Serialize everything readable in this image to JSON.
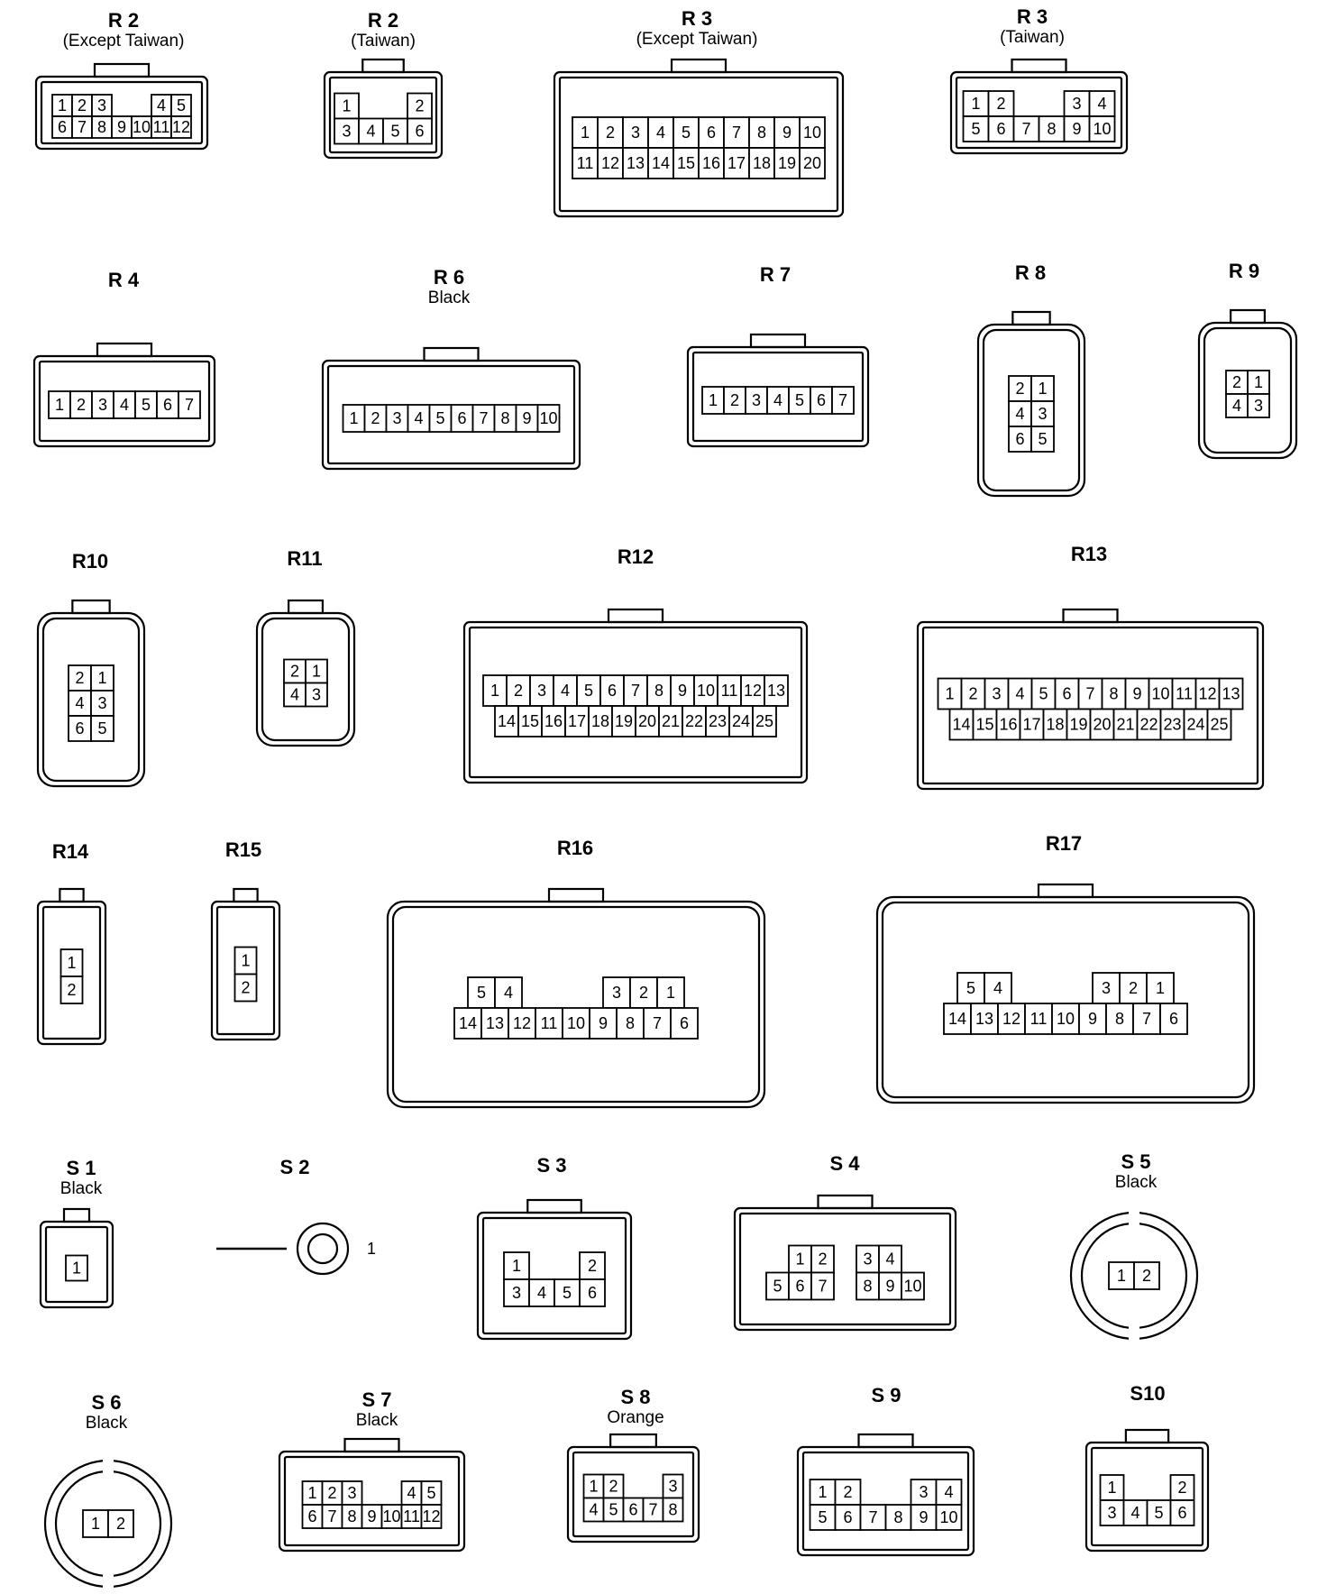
{
  "connectors": [
    {
      "id": "R 2",
      "sub": "(Except Taiwan)",
      "rows": [
        [
          "1",
          "2",
          "3",
          "",
          "",
          "4",
          "5"
        ],
        [
          "6",
          "7",
          "8",
          "9",
          "10",
          "11",
          "12"
        ]
      ]
    },
    {
      "id": "R 2",
      "sub": "(Taiwan)",
      "rows": [
        [
          "1",
          "",
          "",
          "2"
        ],
        [
          "3",
          "4",
          "5",
          "6"
        ]
      ]
    },
    {
      "id": "R 3",
      "sub": "(Except Taiwan)",
      "rows": [
        [
          "1",
          "2",
          "3",
          "4",
          "5",
          "6",
          "7",
          "8",
          "9",
          "10"
        ],
        [
          "11",
          "12",
          "13",
          "14",
          "15",
          "16",
          "17",
          "18",
          "19",
          "20"
        ]
      ]
    },
    {
      "id": "R 3",
      "sub": "(Taiwan)",
      "rows": [
        [
          "1",
          "2",
          "",
          "",
          "3",
          "4"
        ],
        [
          "5",
          "6",
          "7",
          "8",
          "9",
          "10"
        ]
      ]
    },
    {
      "id": "R 4",
      "sub": "",
      "rows": [
        [
          "1",
          "2",
          "3",
          "4",
          "5",
          "6",
          "7"
        ]
      ]
    },
    {
      "id": "R 6",
      "sub": "Black",
      "rows": [
        [
          "1",
          "2",
          "3",
          "4",
          "5",
          "6",
          "7",
          "8",
          "9",
          "10"
        ]
      ]
    },
    {
      "id": "R 7",
      "sub": "",
      "rows": [
        [
          "1",
          "2",
          "3",
          "4",
          "5",
          "6",
          "7"
        ]
      ]
    },
    {
      "id": "R 8",
      "sub": "",
      "rows": [
        [
          "2",
          "1"
        ],
        [
          "4",
          "3"
        ],
        [
          "6",
          "5"
        ]
      ]
    },
    {
      "id": "R 9",
      "sub": "",
      "rows": [
        [
          "2",
          "1"
        ],
        [
          "4",
          "3"
        ]
      ]
    },
    {
      "id": "R10",
      "sub": "",
      "rows": [
        [
          "2",
          "1"
        ],
        [
          "4",
          "3"
        ],
        [
          "6",
          "5"
        ]
      ]
    },
    {
      "id": "R11",
      "sub": "",
      "rows": [
        [
          "2",
          "1"
        ],
        [
          "4",
          "3"
        ]
      ]
    },
    {
      "id": "R12",
      "sub": "",
      "rows": [
        [
          "1",
          "2",
          "3",
          "4",
          "5",
          "6",
          "7",
          "8",
          "9",
          "10",
          "11",
          "12",
          "13"
        ],
        [
          "14",
          "15",
          "16",
          "17",
          "18",
          "19",
          "20",
          "21",
          "22",
          "23",
          "24",
          "25"
        ]
      ]
    },
    {
      "id": "R13",
      "sub": "",
      "rows": [
        [
          "1",
          "2",
          "3",
          "4",
          "5",
          "6",
          "7",
          "8",
          "9",
          "10",
          "11",
          "12",
          "13"
        ],
        [
          "14",
          "15",
          "16",
          "17",
          "18",
          "19",
          "20",
          "21",
          "22",
          "23",
          "24",
          "25"
        ]
      ]
    },
    {
      "id": "R14",
      "sub": "",
      "rows": [
        [
          "1"
        ],
        [
          "2"
        ]
      ]
    },
    {
      "id": "R15",
      "sub": "",
      "rows": [
        [
          "1"
        ],
        [
          "2"
        ]
      ]
    },
    {
      "id": "R16",
      "sub": "",
      "rows": [
        [
          "5",
          "4",
          "",
          "",
          "",
          "3",
          "2",
          "1"
        ],
        [
          "14",
          "13",
          "12",
          "11",
          "10",
          "9",
          "8",
          "7",
          "6"
        ]
      ]
    },
    {
      "id": "R17",
      "sub": "",
      "rows": [
        [
          "5",
          "4",
          "",
          "",
          "",
          "3",
          "2",
          "1"
        ],
        [
          "14",
          "13",
          "12",
          "11",
          "10",
          "9",
          "8",
          "7",
          "6"
        ]
      ]
    },
    {
      "id": "S 1",
      "sub": "Black",
      "rows": [
        [
          "1"
        ]
      ]
    },
    {
      "id": "S 2",
      "sub": "",
      "rows": [
        [
          "1"
        ]
      ]
    },
    {
      "id": "S 3",
      "sub": "",
      "rows": [
        [
          "1",
          "",
          "",
          "2"
        ],
        [
          "3",
          "4",
          "5",
          "6"
        ]
      ]
    },
    {
      "id": "S 4",
      "sub": "",
      "rows": [
        [
          "1",
          "2",
          "",
          "3",
          "4"
        ],
        [
          "5",
          "6",
          "7",
          "",
          "8",
          "9",
          "10"
        ]
      ]
    },
    {
      "id": "S 5",
      "sub": "Black",
      "rows": [
        [
          "1",
          "2"
        ]
      ]
    },
    {
      "id": "S 6",
      "sub": "Black",
      "rows": [
        [
          "1",
          "2"
        ]
      ]
    },
    {
      "id": "S 7",
      "sub": "Black",
      "rows": [
        [
          "1",
          "2",
          "3",
          "",
          "",
          "4",
          "5"
        ],
        [
          "6",
          "7",
          "8",
          "9",
          "10",
          "11",
          "12"
        ]
      ]
    },
    {
      "id": "S 8",
      "sub": "Orange",
      "rows": [
        [
          "1",
          "2",
          "",
          "",
          "3"
        ],
        [
          "4",
          "5",
          "6",
          "7",
          "8"
        ]
      ]
    },
    {
      "id": "S 9",
      "sub": "",
      "rows": [
        [
          "1",
          "2",
          "",
          "",
          "3",
          "4"
        ],
        [
          "5",
          "6",
          "7",
          "8",
          "9",
          "10"
        ]
      ]
    },
    {
      "id": "S10",
      "sub": "",
      "rows": [
        [
          "1",
          "",
          "",
          "2"
        ],
        [
          "3",
          "4",
          "5",
          "6"
        ]
      ]
    }
  ]
}
